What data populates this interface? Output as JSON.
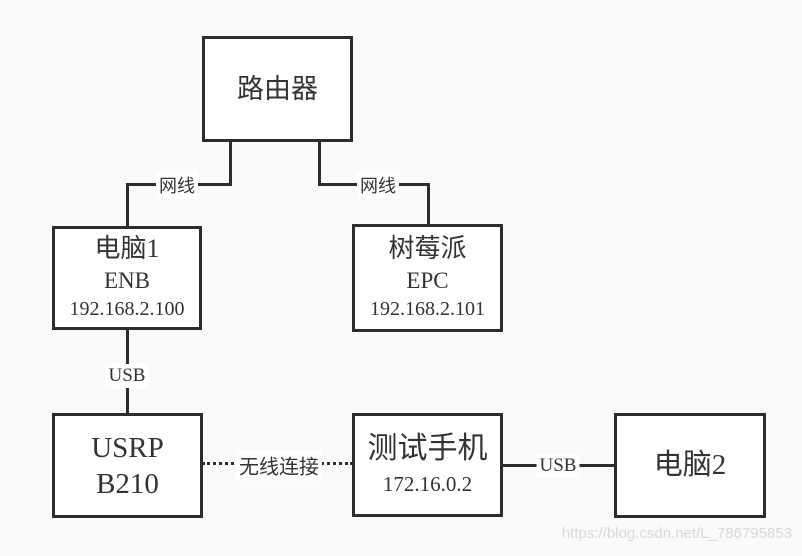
{
  "colors": {
    "background": "#fafafa",
    "line": "#2d2d2d",
    "text": "#333333",
    "node_fill": "#ffffff",
    "watermark": "#d9d9d9"
  },
  "nodes": {
    "router": {
      "title": "路由器"
    },
    "pc1": {
      "title": "电脑1",
      "subtitle": "ENB",
      "ip": "192.168.2.100"
    },
    "rpi": {
      "title": "树莓派",
      "subtitle": "EPC",
      "ip": "192.168.2.101"
    },
    "usrp": {
      "title": "USRP",
      "subtitle": "B210"
    },
    "phone": {
      "title": "测试手机",
      "ip": "172.16.0.2"
    },
    "pc2": {
      "title": "电脑2"
    }
  },
  "labels": {
    "cable_left": "网线",
    "cable_right": "网线",
    "usb_left": "USB",
    "wireless": "无线连接",
    "usb_right": "USB"
  },
  "watermark": {
    "text": "https://blog.csdn.net/L_786795853"
  }
}
